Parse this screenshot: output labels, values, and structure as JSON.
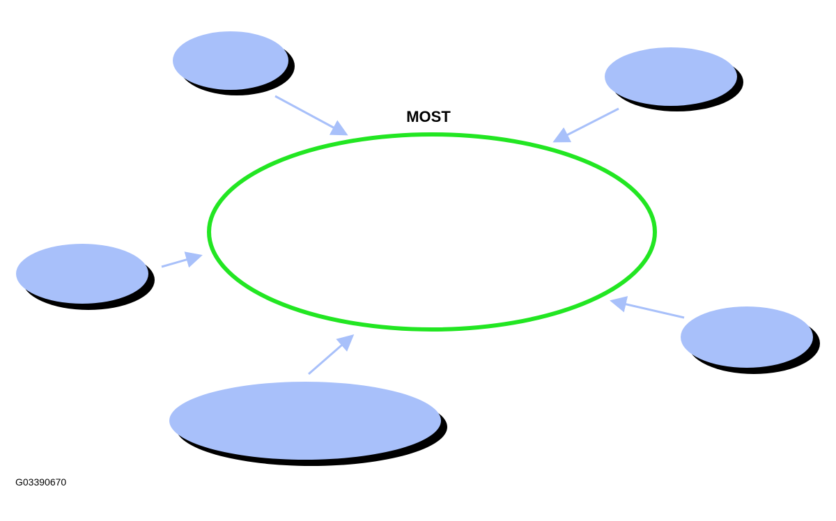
{
  "diagram": {
    "ring_label": "MOST",
    "figure_id": "G03390670",
    "colors": {
      "ring": "#22e622",
      "node_fill": "#a8c0fa",
      "node_shadow": "#000000",
      "arrow": "#a8c0fa",
      "text": "#000000"
    },
    "nodes": [
      "node-top-left",
      "node-top-right",
      "node-left",
      "node-right",
      "node-bottom"
    ]
  }
}
